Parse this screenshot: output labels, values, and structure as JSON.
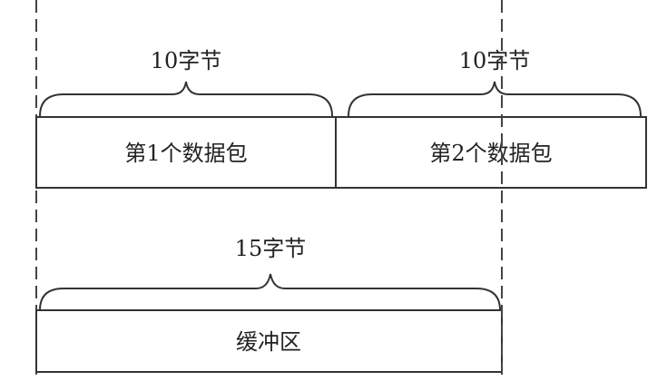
{
  "packets": [
    {
      "label": "第1个数据包",
      "size_label": "10字节"
    },
    {
      "label": "第2个数据包",
      "size_label": "10字节"
    }
  ],
  "buffer": {
    "label": "缓冲区",
    "size_label": "15字节"
  }
}
